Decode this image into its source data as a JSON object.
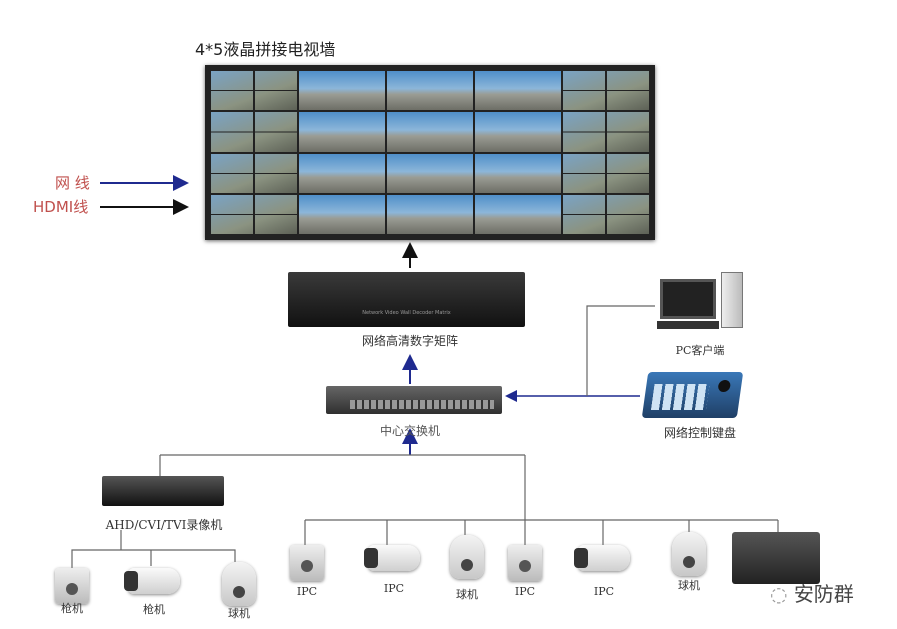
{
  "title": "4*5液晶拼接电视墙",
  "legend": {
    "network": "网 线",
    "hdmi": "HDMI线",
    "network_color": "#1f2a8f",
    "hdmi_color": "#111111"
  },
  "devices": {
    "matrix": "网络高清数字矩阵",
    "matrix_panel_text": "Network Video Wall Decoder Matrix",
    "switch": "中心交换机",
    "pc": "PC客户端",
    "keyboard": "网络控制键盘",
    "dvr": "AHD/CVI/TVI录像机"
  },
  "analog_cameras": [
    {
      "type": "box",
      "label": "枪机"
    },
    {
      "type": "bullet",
      "label": "枪机"
    },
    {
      "type": "dome",
      "label": "球机"
    }
  ],
  "ip_cameras": [
    {
      "type": "box",
      "label": "IPC"
    },
    {
      "type": "bullet",
      "label": "IPC"
    },
    {
      "type": "dome",
      "label": "球机"
    },
    {
      "type": "box",
      "label": "IPC"
    },
    {
      "type": "bullet",
      "label": "IPC"
    },
    {
      "type": "dome",
      "label": "球机"
    }
  ],
  "watermark": "安防群"
}
